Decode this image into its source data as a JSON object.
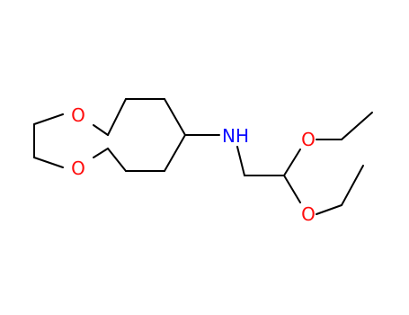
{
  "molecule": {
    "colors": {
      "bond": "#000000",
      "oxygen": "#ff0d0d",
      "nitrogen": "#0c0cff"
    },
    "atoms": [
      {
        "id": "o_ring_top",
        "label": "O",
        "element": "oxygen"
      },
      {
        "id": "o_ring_bottom",
        "label": "O",
        "element": "oxygen"
      },
      {
        "id": "n_amine",
        "label": "NH",
        "element": "nitrogen"
      },
      {
        "id": "o_ether_upper",
        "label": "O",
        "element": "oxygen"
      },
      {
        "id": "o_ether_lower",
        "label": "O",
        "element": "oxygen"
      }
    ]
  }
}
